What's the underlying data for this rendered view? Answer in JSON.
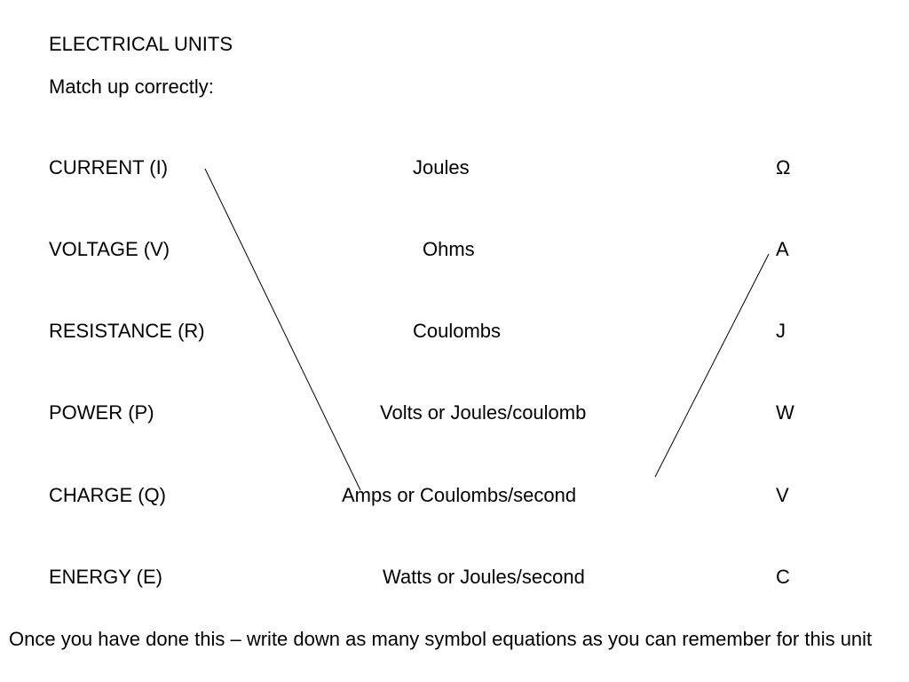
{
  "slide": {
    "title": "ELECTRICAL UNITS",
    "subtitle": "Match up correctly:",
    "quantities": [
      "CURRENT (I)",
      "VOLTAGE (V)",
      "RESISTANCE (R)",
      "POWER (P)",
      "CHARGE (Q)",
      "ENERGY (E)"
    ],
    "unit_names": [
      "Joules",
      "Ohms",
      "Coulombs",
      "Volts or Joules/coulomb",
      "Amps or Coulombs/second",
      "Watts or Joules/second"
    ],
    "unit_symbols": [
      "Ω",
      "A",
      "J",
      "W",
      "V",
      "C"
    ],
    "footer": "Once you have done this – write down as many symbol equations as you can remember for this unit"
  }
}
